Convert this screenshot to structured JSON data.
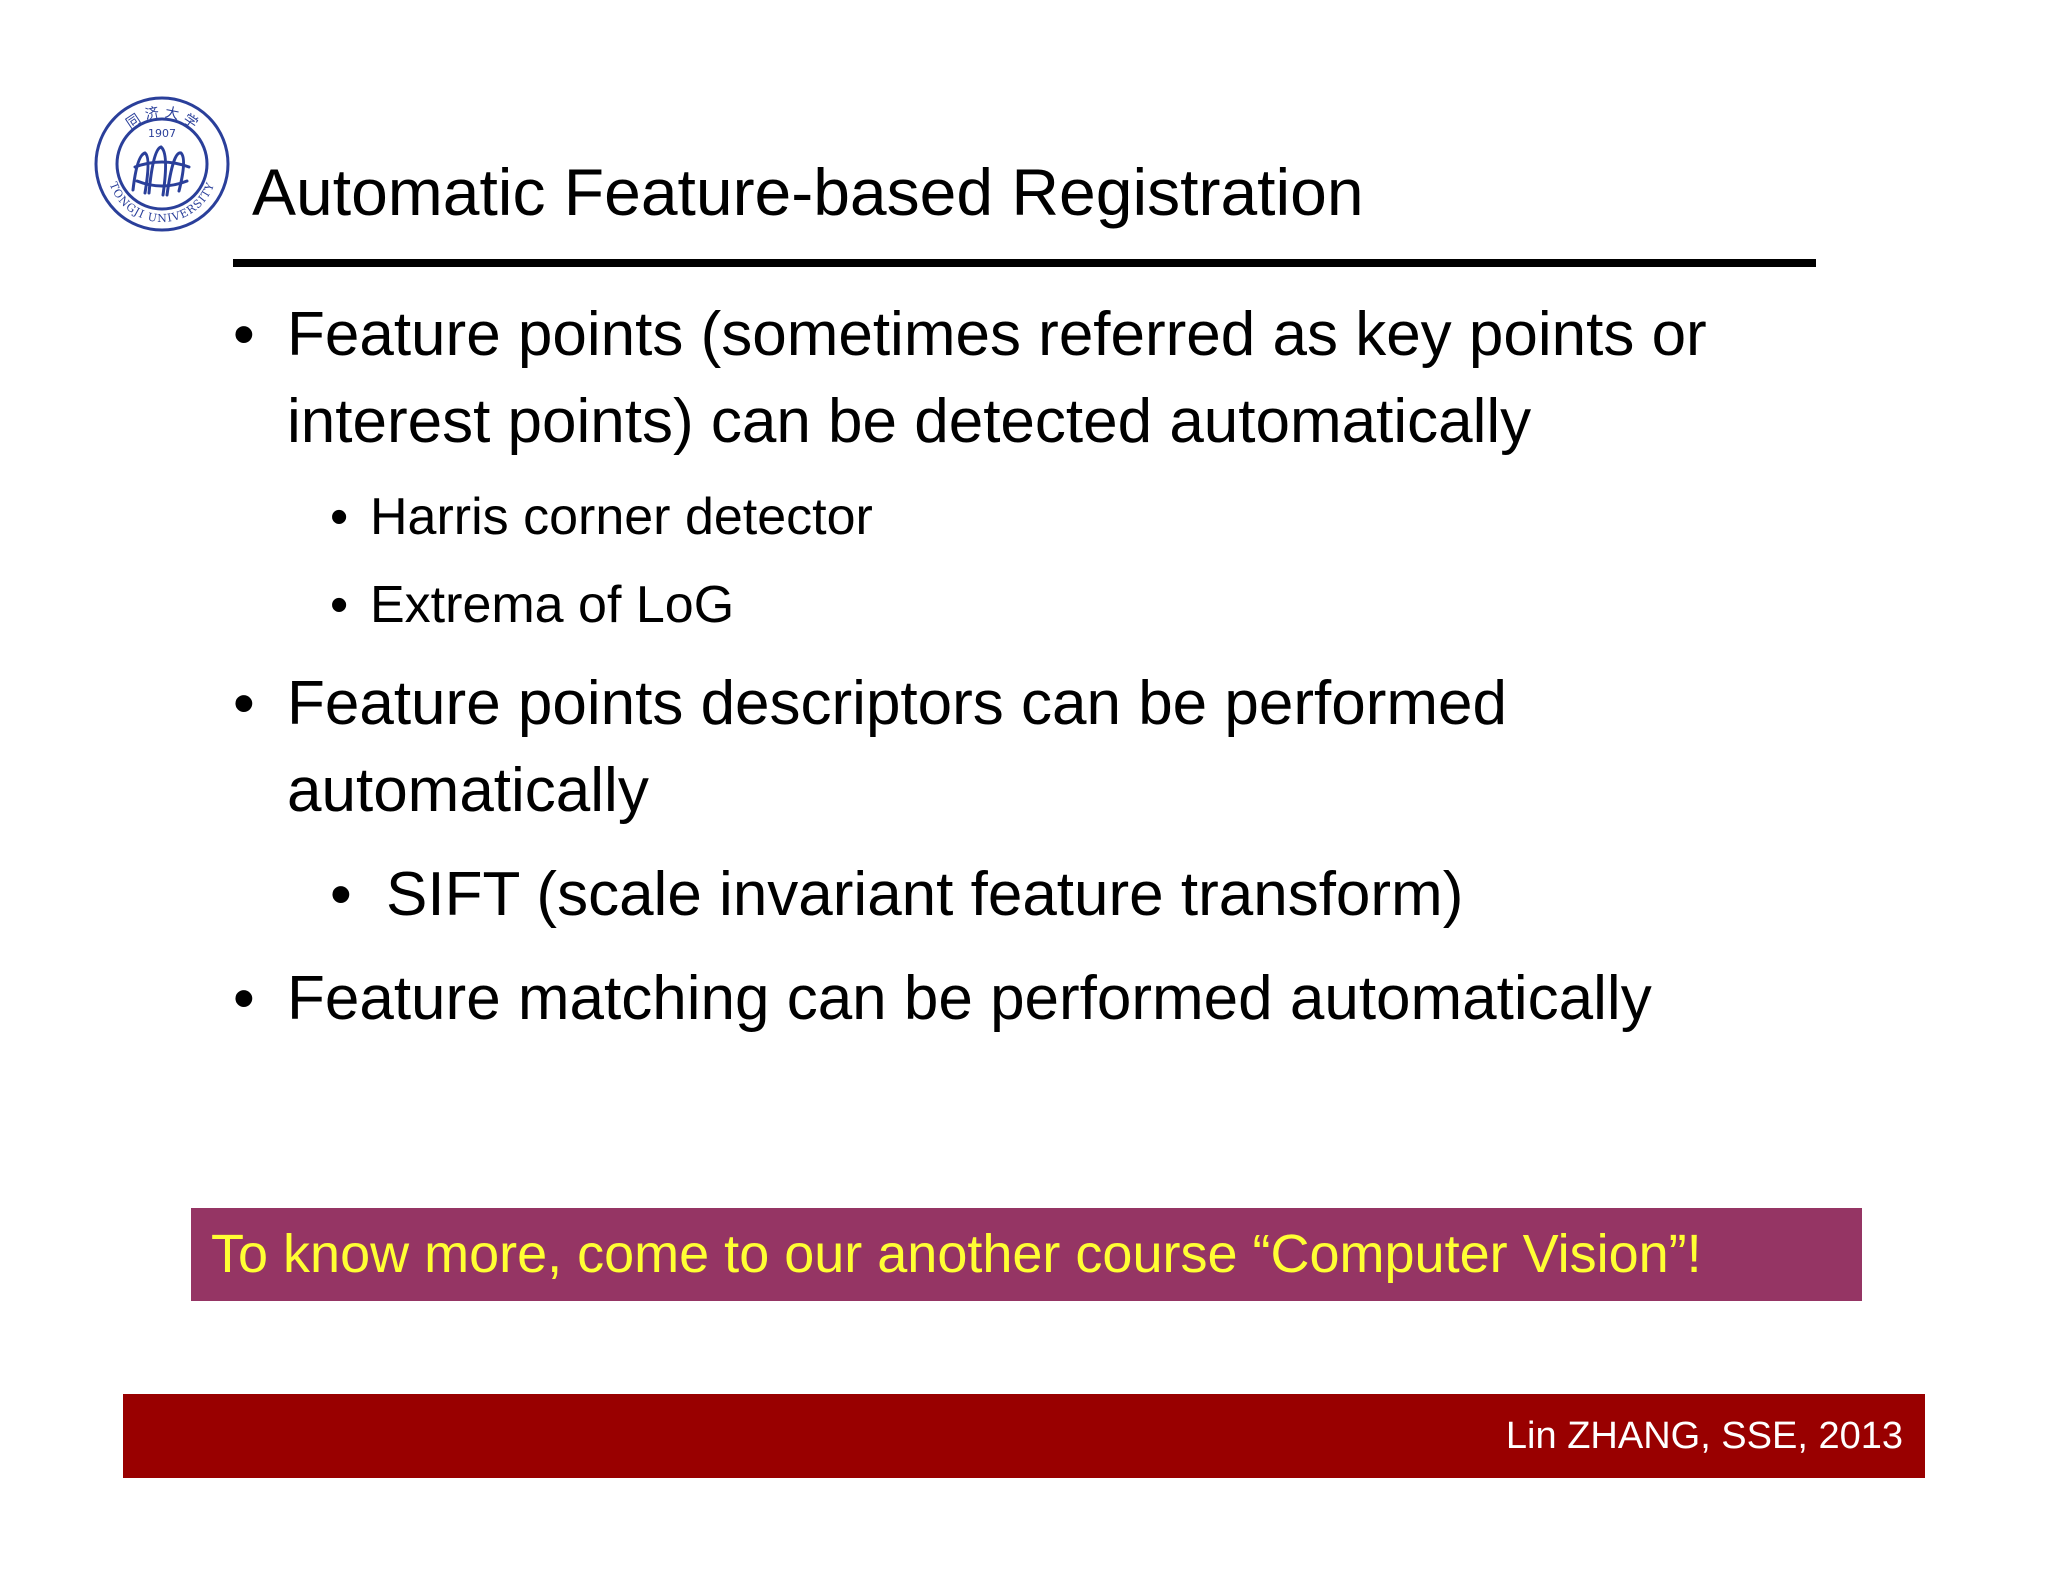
{
  "slide": {
    "title": "Automatic Feature-based Registration",
    "logo": {
      "icon": "tongji-university-seal-icon",
      "lettering_top": "同济大学",
      "lettering_year": "1907",
      "lettering_bottom": "TONGJI UNIVERSITY"
    },
    "bullets": [
      {
        "marker": "•",
        "line1": "Feature points (sometimes referred as key points or",
        "line2": "interest points) can be detected automatically",
        "sub": [
          {
            "marker": "•",
            "text": "Harris corner detector"
          },
          {
            "marker": "•",
            "text": "Extrema of LoG"
          }
        ]
      },
      {
        "marker": "•",
        "line1": "Feature points descriptors can be performed",
        "line2": "automatically",
        "sub": [
          {
            "marker": "•",
            "text": "SIFT (scale invariant feature transform)"
          }
        ]
      },
      {
        "marker": "•",
        "line1": "Feature matching can be performed automatically"
      }
    ],
    "callout": {
      "text": "To know more, come to our another course “Computer Vision”!",
      "bg_color": "#953564",
      "text_color": "#ffff33"
    },
    "footer": {
      "text": "Lin ZHANG, SSE, 2013",
      "bg_color": "#990000"
    }
  }
}
